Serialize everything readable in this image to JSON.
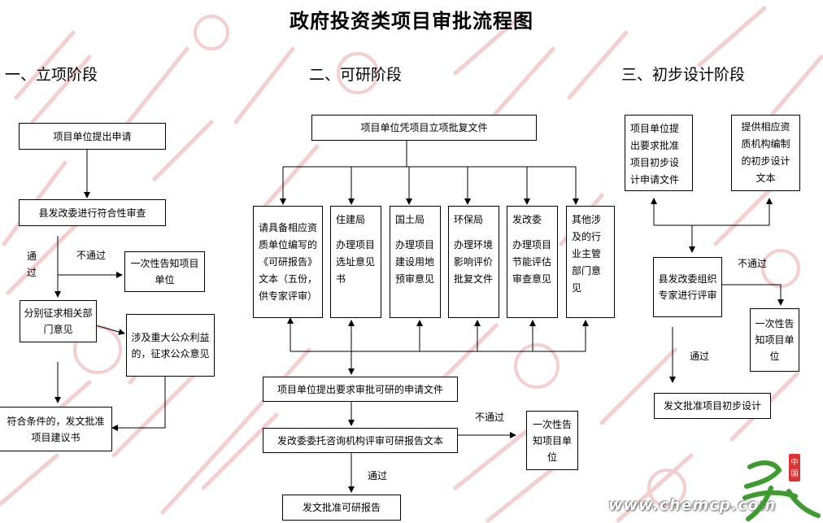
{
  "title": "政府投资类项目审批流程图",
  "stages": {
    "s1": "一、立项阶段",
    "s2": "二、可研阶段",
    "s3": "三、初步设计阶段"
  },
  "stage1": {
    "apply": "项目单位提出申请",
    "review": "县发改委进行符合性审查",
    "pass_label": "通过",
    "fail_label": "不通过",
    "notify": "一次性告知项目单位",
    "opinions": "分别征求相关部门意见",
    "public": "涉及重大公众利益的，征求公众意见",
    "issue": "符合条件的，发文批准项目建议书"
  },
  "stage2": {
    "top": "项目单位凭项目立项批复文件",
    "consult": "请具备相应资质单位编写的《可研报告》文本（五份，供专家评审）",
    "housing_title": "住建局",
    "housing_body": "办理项目选址意见书",
    "land_title": "国土局",
    "land_body": "办理项目建设用地预审意见",
    "env_title": "环保局",
    "env_body": "办理环境影响评价批复文件",
    "ndrc_title": "发改委",
    "ndrc_body": "办理项目节能评估审查意见",
    "other": "其他涉及的行业主管部门意见",
    "request": "项目单位提出要求审批可研的申请文件",
    "entrust": "发改委委托咨询机构评审可研报告文本",
    "fail_label": "不通过",
    "notify": "一次性告知项目单位",
    "pass_label": "通过",
    "issue": "发文批准可研报告"
  },
  "stage3": {
    "request": "项目单位提出要求批准项目初步设计申请文件",
    "doc": "提供相应资质机构编制的初步设计文本",
    "review": "县发改委组织专家进行评审",
    "fail_label": "不通过",
    "notify": "一次性告知项目单位",
    "pass_label": "通过",
    "issue": "发文批准项目初步设计"
  },
  "watermark": {
    "logo_text": "中国",
    "site": "www.chemcp.com"
  },
  "colors": {
    "watermark": "#f3cfcf",
    "line": "#000000",
    "logo": "#3e9b2f"
  }
}
